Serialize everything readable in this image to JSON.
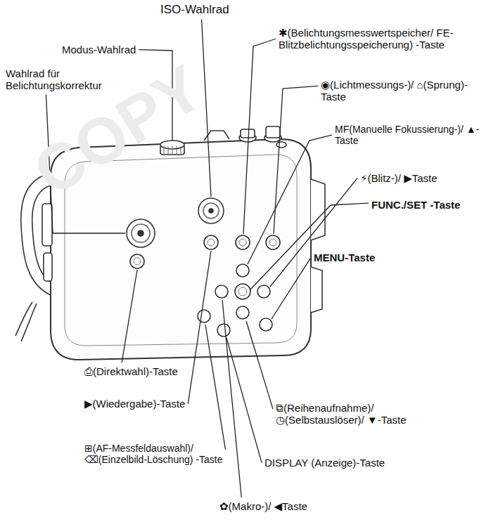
{
  "diagram": {
    "labels": [
      "ISO-Wahlrad",
      "Modus-Wahlrad",
      "Wahlrad für Belichtungskorrektur",
      "✱(Belichtungsmesswertspeicher/ FE-Blitzbelichtungsspeicherung) -Taste",
      "◉(Lichtmessungs-)/ ⌂(Sprung)-Taste",
      "MF(Manuelle Fokussierung-)/ ▲-Taste",
      "⚡(Blitz-)/ ▶Taste",
      "FUNC./SET -Taste",
      "MENU-Taste",
      "⎙(Direktwahl)-Taste",
      "▶(Wiedergabe)-Taste",
      "⧉(Reihenaufnahme)/ ◷(Selbstauslöser)/ ▼-Taste",
      "DISPLAY (Anzeige)-Taste",
      "⊞(AF-Messfeldauswahl)/ ⌫(Einzelbild-Löschung) -Taste",
      "✿(Makro-)/ ◀Taste",
      "COPY"
    ]
  }
}
